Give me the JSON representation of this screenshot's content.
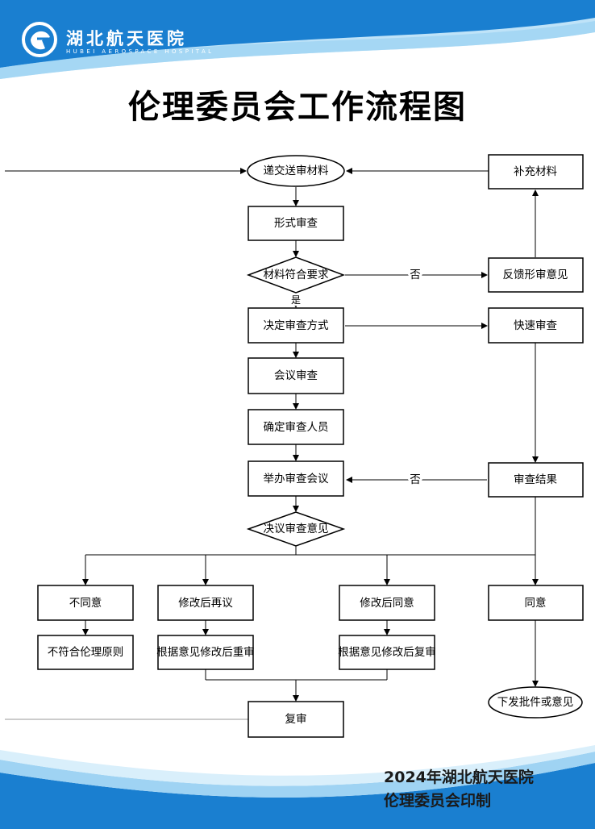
{
  "header": {
    "logo_cn": "湖北航天医院",
    "logo_en": "HUBEI AEROSPACE HOSPITAL",
    "title": "伦理委员会工作流程图"
  },
  "flow": {
    "submit": "递交送审材料",
    "supplement": "补充材料",
    "formal_review": "形式审查",
    "materials_check": "材料符合要求",
    "feedback": "反馈形审意见",
    "no_label_1": "否",
    "yes_label": "是",
    "decide_method": "决定审查方式",
    "fast_review": "快速审查",
    "meeting_review": "会议审查",
    "confirm_reviewers": "确定审查人员",
    "hold_meeting": "举办审查会议",
    "no_label_2": "否",
    "review_result": "审查结果",
    "decision": "决议审查意见",
    "disagree": "不同意",
    "modify_resubmit": "修改后再议",
    "modify_agree": "修改后同意",
    "agree": "同意",
    "not_compliant": "不符合伦理原则",
    "rereview_after_modify": "根据意见修改后重审",
    "recheck_after_modify": "根据意见修改后复审",
    "issue_approval": "下发批件或意见",
    "recheck": "复审"
  },
  "footer": {
    "line1": "2024年湖北航天医院",
    "line2": "伦理委员会印制"
  },
  "colors": {
    "brand_blue": "#1a7fd0",
    "light_blue": "#9fd3f3"
  }
}
